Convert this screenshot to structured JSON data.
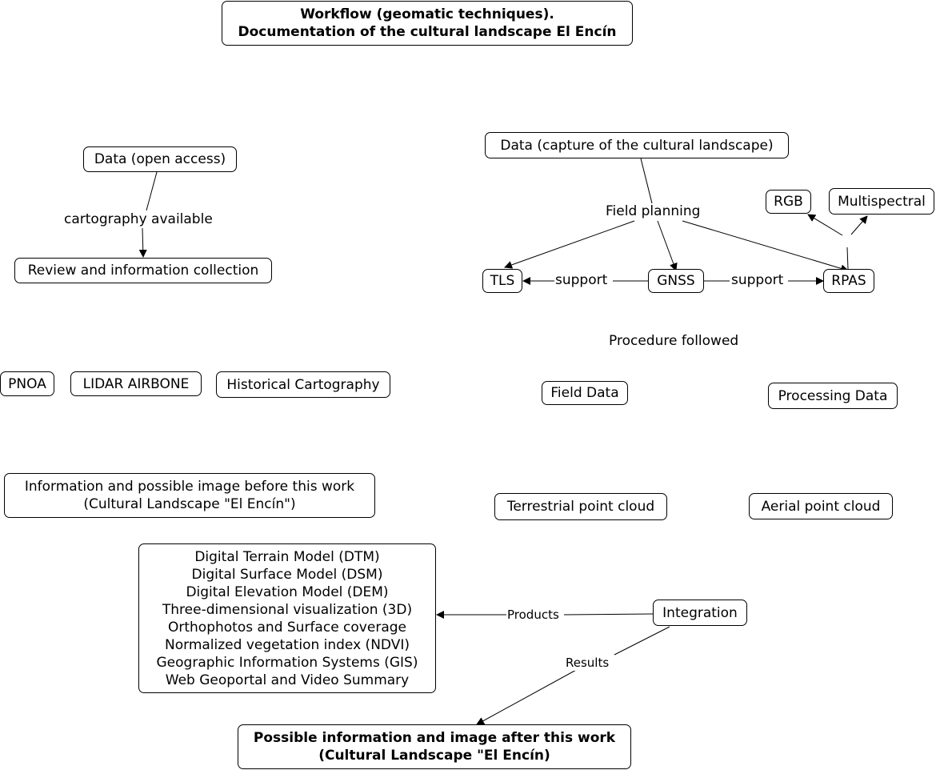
{
  "title": {
    "line1": "Workflow (geomatic techniques).",
    "line2": "Documentation of the cultural landscape El Encín"
  },
  "nodes": {
    "data_open_access": "Data (open access)",
    "review_info": "Review and information collection",
    "pnoa": "PNOA",
    "lidar": "LIDAR AIRBONE",
    "historical": "Historical Cartography",
    "info_before": {
      "line1": "Information and possible image before this work",
      "line2": "(Cultural Landscape \"El Encín\")"
    },
    "data_capture": "Data (capture of the cultural landscape)",
    "rgb": "RGB",
    "multispectral": "Multispectral",
    "tls": "TLS",
    "gnss": "GNSS",
    "rpas": "RPAS",
    "field_data": "Field Data",
    "processing_data": "Processing Data",
    "terrestrial_cloud": "Terrestrial point cloud",
    "aerial_cloud": "Aerial point cloud",
    "integration": "Integration",
    "products_list": [
      "Digital Terrain Model (DTM)",
      "Digital Surface Model (DSM)",
      "Digital Elevation Model (DEM)",
      "Three-dimensional visualization (3D)",
      "Orthophotos and Surface coverage",
      "Normalized vegetation index (NDVI)",
      "Geographic Information Systems (GIS)",
      "Web Geoportal and Video Summary"
    ],
    "info_after": {
      "line1": "Possible information and image after this work",
      "line2": "(Cultural Landscape \"El Encín)"
    }
  },
  "edge_labels": {
    "cartography_available": "cartography available",
    "field_planning": "Field planning",
    "support_left": "support",
    "support_right": "support",
    "procedure_followed": "Procedure followed",
    "products": "Products",
    "results": "Results"
  }
}
